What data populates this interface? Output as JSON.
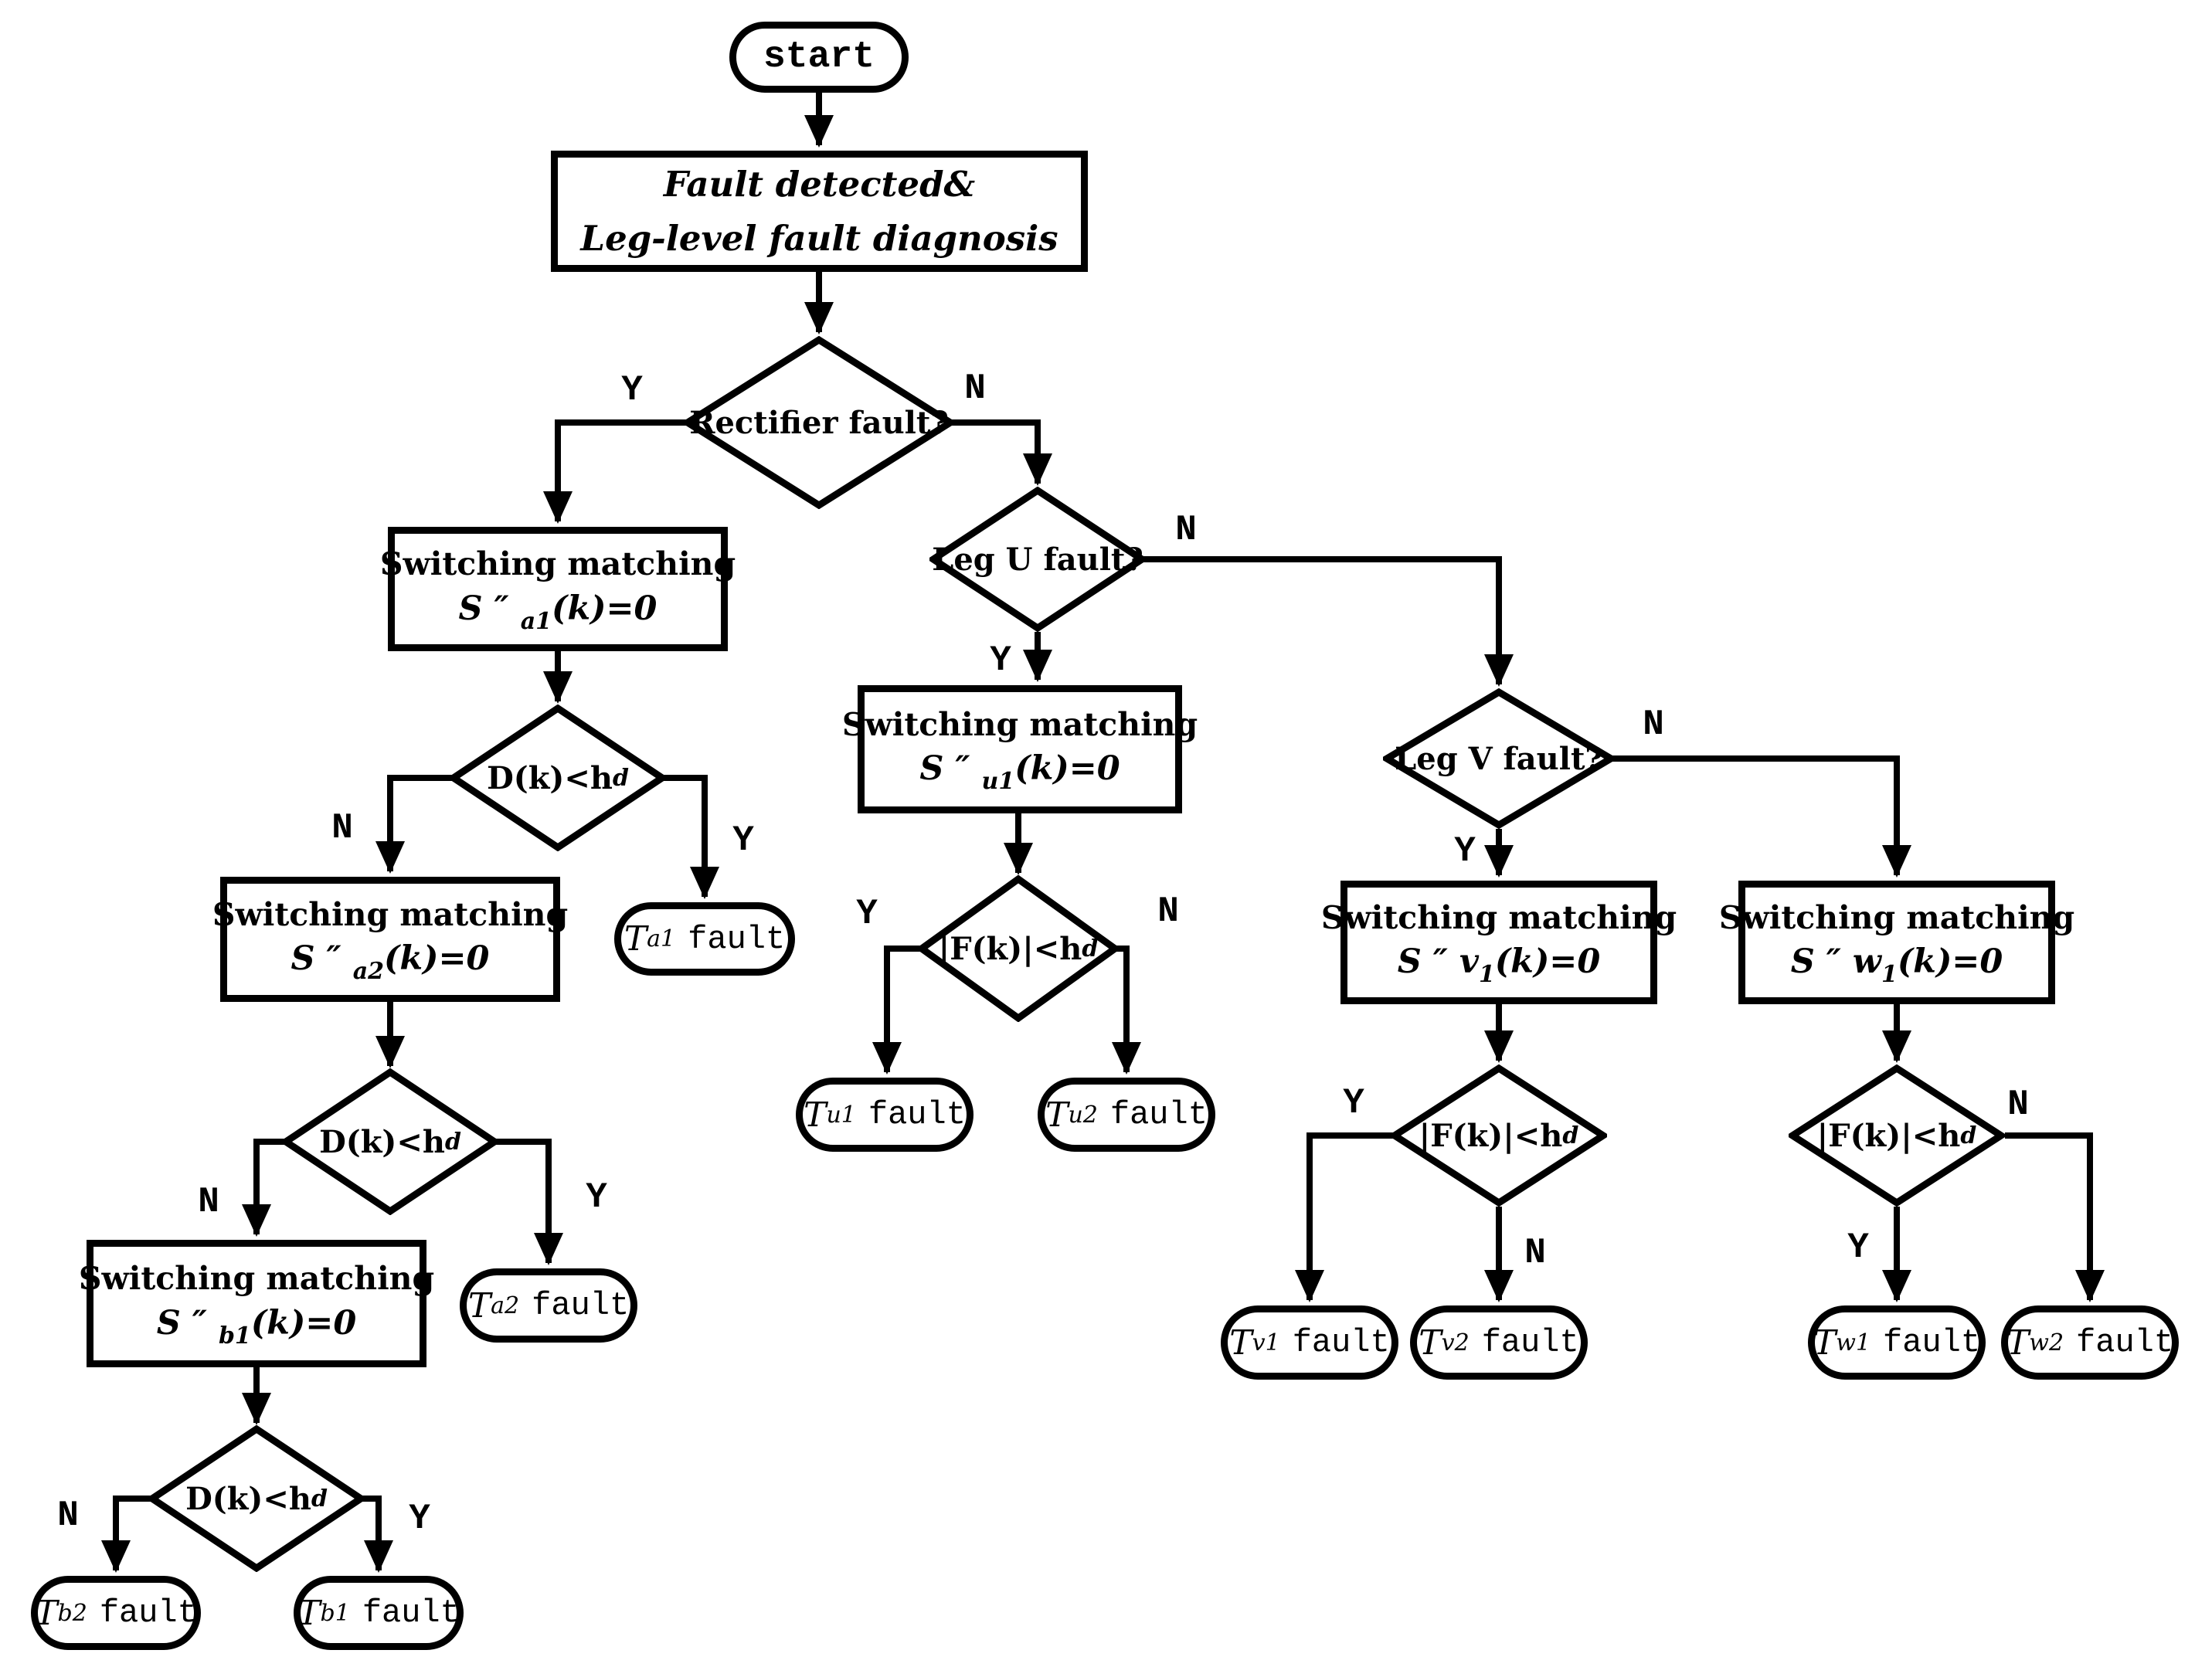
{
  "colors": {
    "ink": "#000000",
    "paper": "#ffffff"
  },
  "labels": {
    "yes": "Y",
    "no": "N"
  },
  "nodes": {
    "start": {
      "label": "start"
    },
    "fault_detected": {
      "line1": "Fault detected&",
      "line2": "Leg-level fault diagnosis"
    },
    "rectifier": {
      "question": "Rectifier fault?"
    },
    "leg_u": {
      "question": "Leg U fault?"
    },
    "leg_v": {
      "question": "Leg V fault?"
    },
    "sw_a1": {
      "title": "Switching matching",
      "f_base": "S ″ ",
      "f_sub": "a1",
      "f_rest": "(k)=0"
    },
    "sw_a2": {
      "title": "Switching matching",
      "f_base": "S ″ ",
      "f_sub": "a2",
      "f_rest": "(k)=0"
    },
    "sw_b1": {
      "title": "Switching matching",
      "f_base": "S ″ ",
      "f_sub": "b1",
      "f_rest": "(k)=0"
    },
    "sw_u1": {
      "title": "Switching matching",
      "f_base": "S ″ ",
      "f_sub": "u1",
      "f_rest": "(k)=0"
    },
    "sw_v1": {
      "title": "Switching matching",
      "f_base": "S ″ v",
      "f_sub": "1",
      "f_rest": "(k)=0"
    },
    "sw_w1": {
      "title": "Switching matching",
      "f_base": "S ″ w",
      "f_sub": "1",
      "f_rest": "(k)=0"
    },
    "d1": {
      "f_base": "D(k)<h",
      "f_sub": "d"
    },
    "d2": {
      "f_base": "D(k)<h",
      "f_sub": "d"
    },
    "d3": {
      "f_base": "D(k)<h",
      "f_sub": "d"
    },
    "f_u": {
      "f_base": "|F(k)|<h",
      "f_sub": "d"
    },
    "f_v": {
      "f_base": "|F(k)|<h",
      "f_sub": "d"
    },
    "f_w": {
      "f_base": "|F(k)|<h",
      "f_sub": "d"
    },
    "t_a1": {
      "t": "T",
      "sub": "a1",
      "rest": "fault"
    },
    "t_a2": {
      "t": "T",
      "sub": "a2",
      "rest": "fault"
    },
    "t_b1": {
      "t": "T",
      "sub": "b1",
      "rest": "fault"
    },
    "t_b2": {
      "t": "T",
      "sub": "b2",
      "rest": "fault"
    },
    "t_u1": {
      "t": "T",
      "sub": "u1",
      "rest": "fault"
    },
    "t_u2": {
      "t": "T",
      "sub": "u2",
      "rest": "fault"
    },
    "t_v1": {
      "t": "T",
      "sub": "v1",
      "rest": "fault"
    },
    "t_v2": {
      "t": "T",
      "sub": "v2",
      "rest": "fault"
    },
    "t_w1": {
      "t": "T",
      "sub": "w1",
      "rest": "fault"
    },
    "t_w2": {
      "t": "T",
      "sub": "w2",
      "rest": "fault"
    }
  }
}
